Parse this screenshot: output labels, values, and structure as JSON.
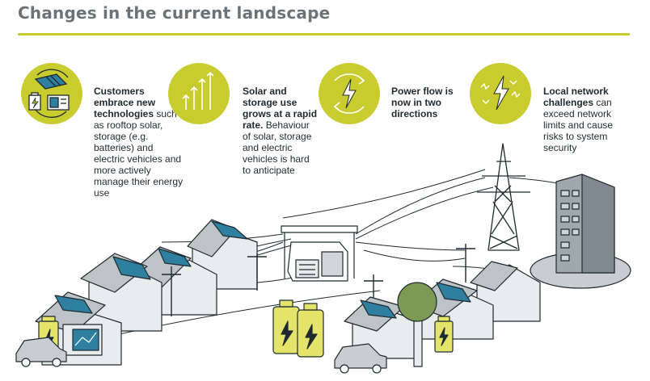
{
  "title": "Changes in the current landscape",
  "items": [
    {
      "bold": "Customers embrace new technologies",
      "text": "such as rooftop solar, storage (e.g. batteries) and electric vehicles and more actively manage their energy use"
    },
    {
      "bold": "Solar and storage use grows at a rapid rate.",
      "text": "Behaviour of solar, storage and electric vehicles is hard to anticipate"
    },
    {
      "bold": "Power flow is now in two directions",
      "text": ""
    },
    {
      "bold": "Local network challenges",
      "text": "can exceed network limits and cause risks to system security"
    }
  ],
  "colors": {
    "accent": "#c8cc2e",
    "ink": "#1f2a30",
    "panel": "#2e7fa0",
    "tree": "#7d9a54"
  }
}
